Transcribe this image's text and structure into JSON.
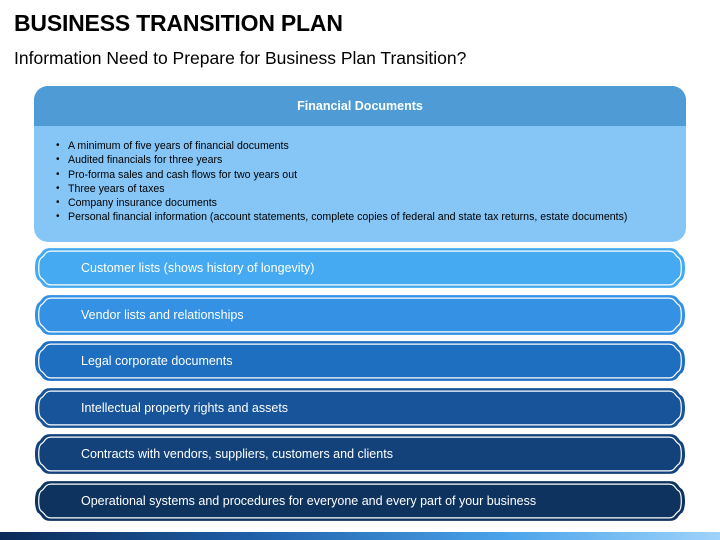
{
  "title": "BUSINESS TRANSITION PLAN",
  "subtitle": "Information Need to Prepare for Business Plan Transition?",
  "financial": {
    "header": "Financial Documents",
    "items": [
      "A minimum of five years of financial documents",
      "Audited financials for three years",
      "Pro-forma sales and cash flows for two years out",
      "Three years of taxes",
      "Company insurance documents",
      "Personal financial information (account statements, complete copies of federal and state tax returns, estate documents)"
    ],
    "bullet": "•"
  },
  "bands": [
    {
      "label": "Customer lists (shows history of longevity)",
      "color": "#45aaf2"
    },
    {
      "label": "Vendor lists and relationships",
      "color": "#3591e3"
    },
    {
      "label": "Legal corporate documents",
      "color": "#1f6fc1"
    },
    {
      "label": "Intellectual property rights and assets",
      "color": "#18549a"
    },
    {
      "label": "Contracts with vendors, suppliers, customers and clients",
      "color": "#13427a"
    },
    {
      "label": "Operational systems and procedures for everyone and every part of your business",
      "color": "#0e335f"
    }
  ],
  "colors": {
    "header_bg": "#4f9bd6",
    "card_bg": "#86c6f7"
  }
}
